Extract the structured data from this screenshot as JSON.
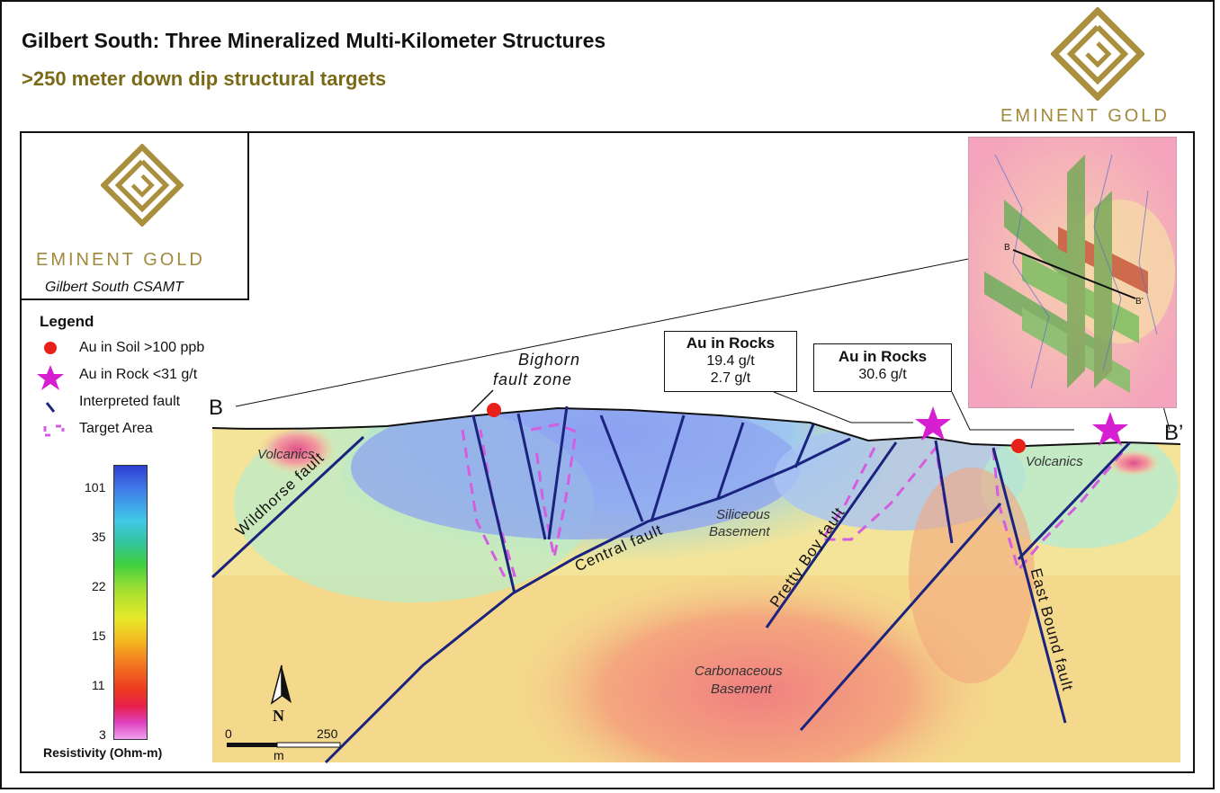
{
  "header": {
    "title": "Gilbert South: Three Mineralized Multi-Kilometer Structures",
    "subtitle": ">250 meter down dip structural targets"
  },
  "brand": {
    "name": "EMINENT GOLD",
    "inset_label": "Gilbert South CSAMT"
  },
  "legend": {
    "title": "Legend",
    "items": [
      {
        "label": "Au in Soil >100 ppb",
        "icon": "red-circle",
        "color": "#e8201a"
      },
      {
        "label": "Au in Rock <31 g/t",
        "icon": "magenta-star",
        "color": "#d51fd0"
      },
      {
        "label": "Interpreted fault",
        "icon": "navy-line",
        "color": "#1a237e"
      },
      {
        "label": "Target Area",
        "icon": "magenta-dashed-bracket",
        "color": "#d55de0"
      }
    ]
  },
  "colorbar": {
    "ticks": [
      "101",
      "35",
      "22",
      "15",
      "11",
      "3"
    ],
    "label": "Resistivity (Ohm-m)"
  },
  "section": {
    "left_label": "B",
    "right_label": "B’",
    "inset_left": "B",
    "inset_right": "B’",
    "zones": [
      "Volcanics",
      "Volcanics",
      "Siliceous",
      "Basement",
      "Carbonaceous",
      "Basement"
    ],
    "faults": [
      "Wildhorse fault",
      "Central fault",
      "Pretty Boy fault",
      "East Bound fault"
    ],
    "bighorn": [
      "Bighorn",
      "fault zone"
    ]
  },
  "callouts": [
    {
      "title": "Au in Rocks",
      "lines": [
        "19.4 g/t",
        "2.7 g/t"
      ]
    },
    {
      "title": "Au in Rocks",
      "lines": [
        "30.6 g/t"
      ]
    }
  ],
  "scale": {
    "start": "0",
    "end": "250",
    "unit": "m",
    "north": "N"
  },
  "colors": {
    "fault": "#1a237e",
    "target": "#d55de0",
    "soil": "#e8201a",
    "rock": "#d51fd0",
    "gold": "#a08a3c",
    "subtitle": "#7a6a18"
  }
}
